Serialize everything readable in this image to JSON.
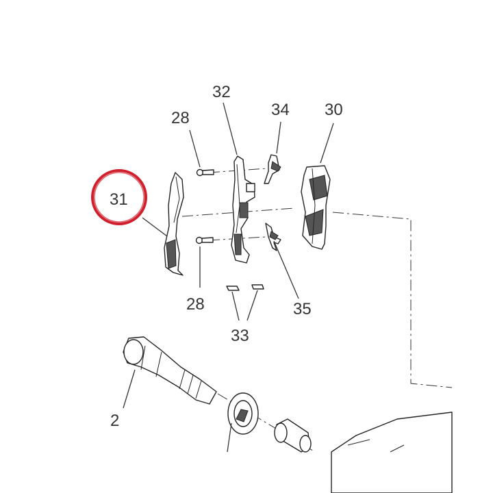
{
  "diagram": {
    "callouts": {
      "c31": "31",
      "c32": "32",
      "c28a": "28",
      "c34": "34",
      "c30": "30",
      "c28b": "28",
      "c35": "35",
      "c33": "33",
      "c2": "2"
    },
    "highlight": {
      "target": "31",
      "color": "#d0202e"
    }
  }
}
